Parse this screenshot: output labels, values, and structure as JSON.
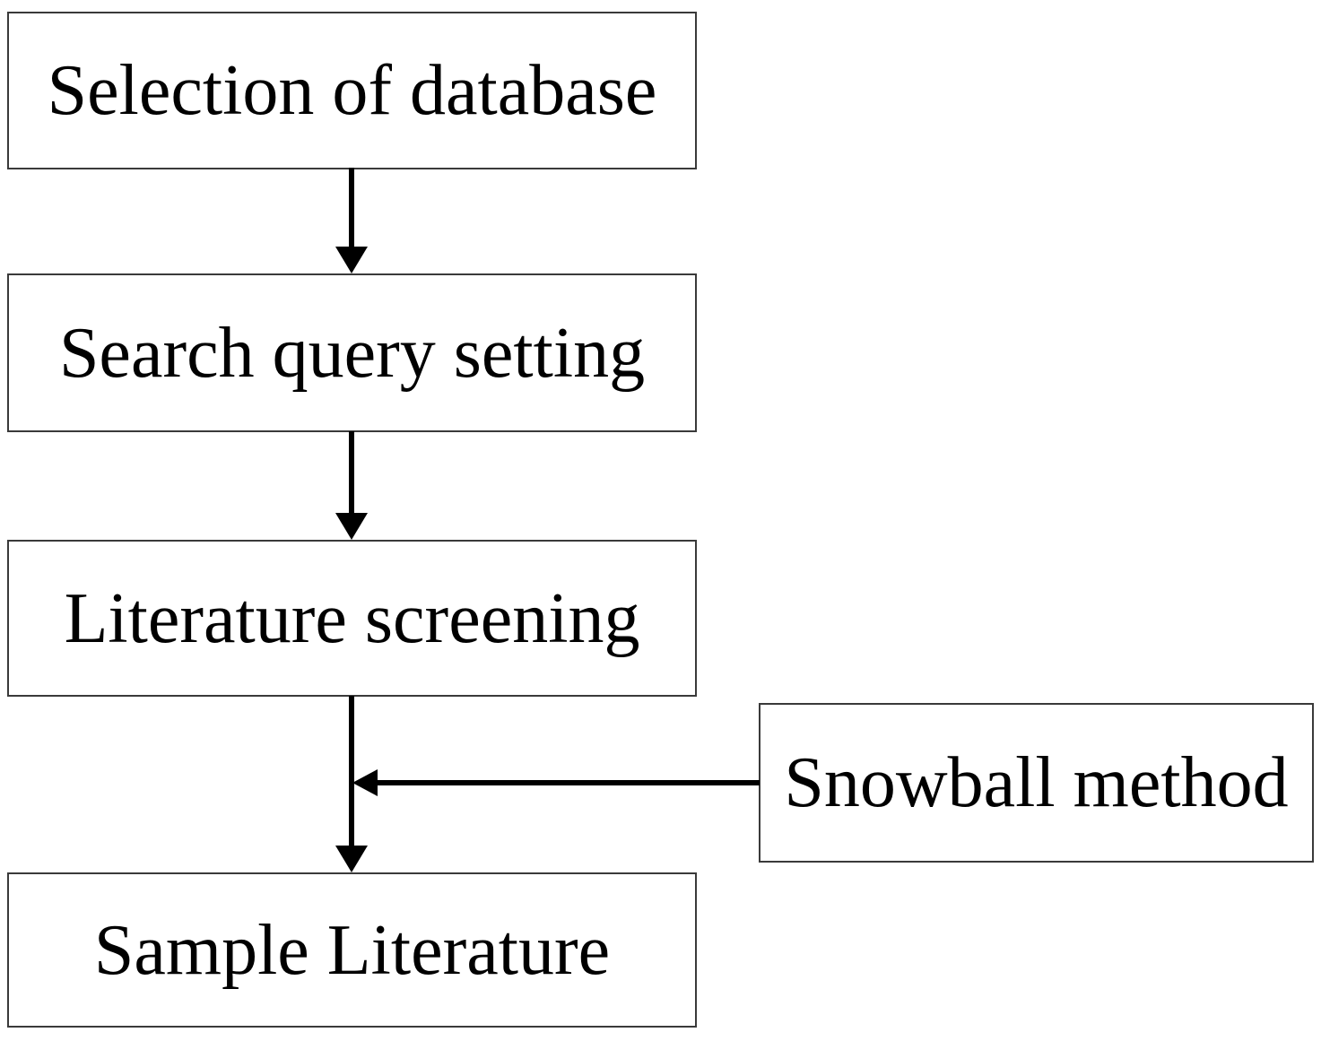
{
  "diagram": {
    "type": "flowchart",
    "background_color": "#ffffff",
    "box_border_color": "#3a3a3a",
    "text_color": "#000000",
    "arrow_color": "#000000",
    "nodes": [
      {
        "id": "selection",
        "label": "Selection of database"
      },
      {
        "id": "search",
        "label": "Search query setting"
      },
      {
        "id": "screening",
        "label": "Literature screening"
      },
      {
        "id": "sample",
        "label": "Sample Literature"
      },
      {
        "id": "snowball",
        "label": "Snowball method"
      }
    ],
    "edges": [
      {
        "from": "selection",
        "to": "search",
        "direction": "down"
      },
      {
        "from": "search",
        "to": "screening",
        "direction": "down"
      },
      {
        "from": "screening",
        "to": "sample",
        "direction": "down"
      },
      {
        "from": "snowball",
        "to": "screening-to-sample-connector",
        "direction": "left"
      }
    ]
  }
}
